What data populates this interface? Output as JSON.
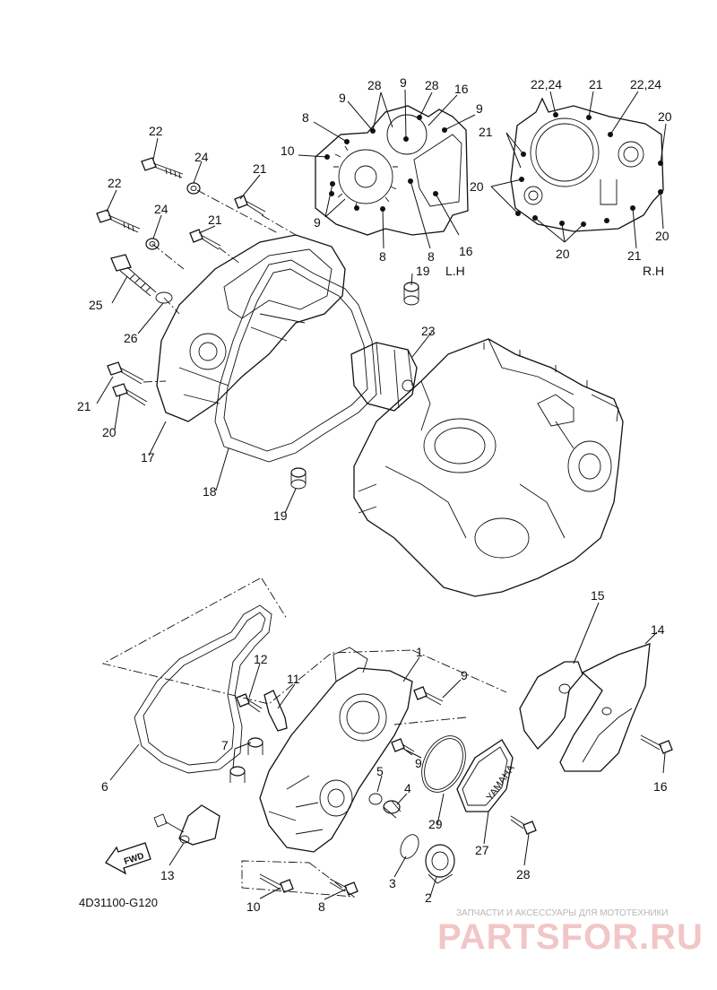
{
  "diagram": {
    "part_code": "4D31100-G120",
    "fwd_badge": "FWD",
    "cover_brand": "YAMAHA",
    "side_labels": {
      "left": "L.H",
      "right": "R.H"
    },
    "callouts": {
      "lh_28a": "28",
      "lh_9a": "9",
      "lh_28b": "28",
      "lh_16a": "16",
      "lh_9b": "9",
      "lh_9c": "9",
      "lh_8a": "8",
      "lh_10": "10",
      "lh_9d": "9",
      "lh_8b": "8",
      "lh_8c": "8",
      "lh_16b": "16",
      "rh_2224a": "22,24",
      "rh_21a": "21",
      "rh_2224b": "22,24",
      "rh_20a": "20",
      "rh_21b": "21",
      "rh_20b": "20",
      "rh_20c": "20",
      "rh_20d": "20",
      "rh_21c": "21",
      "p22a": "22",
      "p24a": "24",
      "p21a": "21",
      "p22b": "22",
      "p24b": "24",
      "p21b": "21",
      "p25": "25",
      "p26": "26",
      "p19a": "19",
      "p23": "23",
      "p21c": "21",
      "p20": "20",
      "p17": "17",
      "p18": "18",
      "p19b": "19",
      "p15": "15",
      "p14": "14",
      "p1": "1",
      "p12": "12",
      "p11": "11",
      "p9a": "9",
      "p7": "7",
      "p9b": "9",
      "p5": "5",
      "p4": "4",
      "p6": "6",
      "p29": "29",
      "p27": "27",
      "p16": "16",
      "p13": "13",
      "p3": "3",
      "p28": "28",
      "p10": "10",
      "p8": "8",
      "p2": "2"
    }
  },
  "watermark": {
    "tagline": "ЗАПЧАСТИ И АКСЕССУАРЫ ДЛЯ МОТОТЕХНИКИ",
    "site": "PARTSFOR.RU"
  }
}
